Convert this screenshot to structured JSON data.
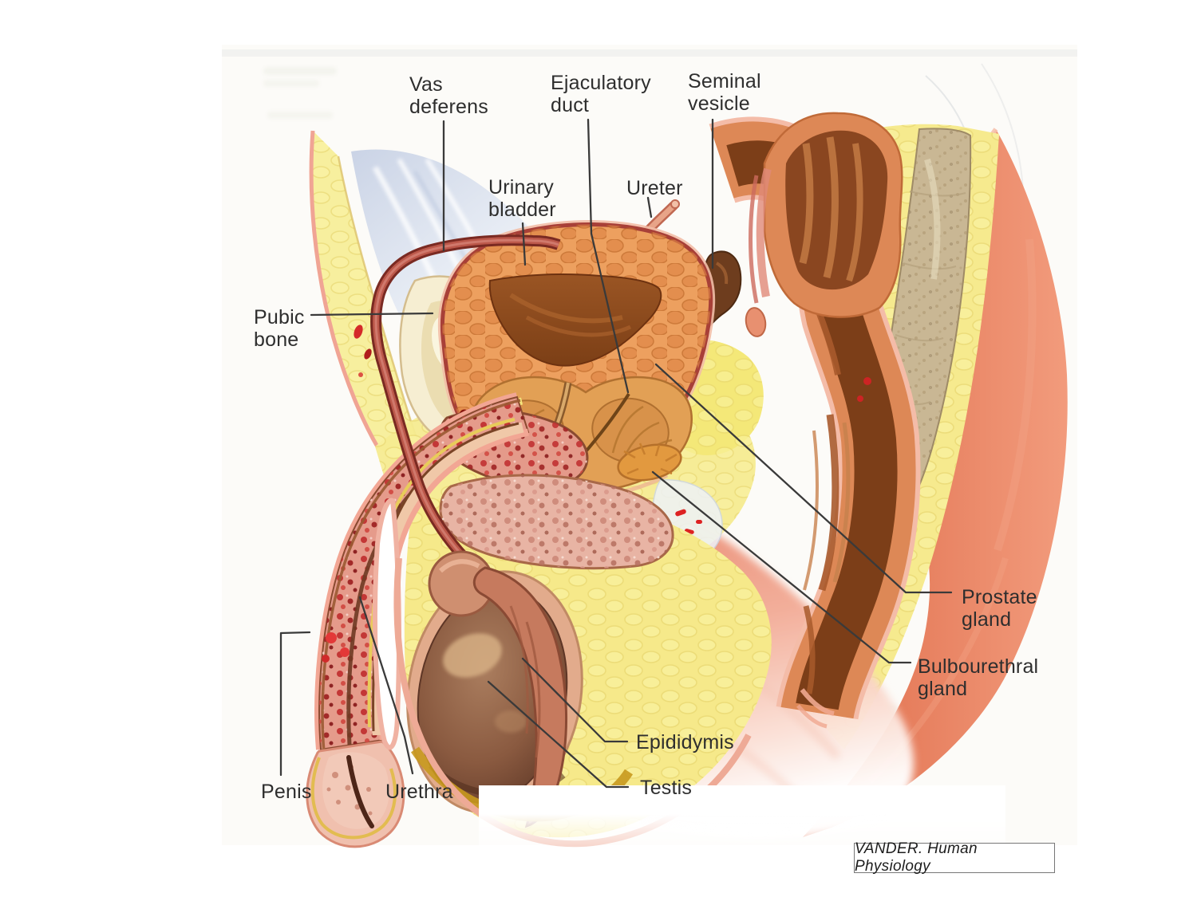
{
  "figure_labels": {
    "vas_deferens": {
      "lines": [
        "Vas",
        "deferens"
      ]
    },
    "ejaculatory_duct": {
      "lines": [
        "Ejaculatory",
        "duct"
      ]
    },
    "seminal_vesicle": {
      "lines": [
        "Seminal",
        "vesicle"
      ]
    },
    "urinary_bladder": {
      "lines": [
        "Urinary",
        "bladder"
      ]
    },
    "ureter": {
      "lines": [
        "Ureter"
      ]
    },
    "pubic_bone": {
      "lines": [
        "Pubic",
        "bone"
      ]
    },
    "prostate_gland": {
      "lines": [
        "Prostate",
        "gland"
      ]
    },
    "bulbourethral_gland": {
      "lines": [
        "Bulbourethral",
        "gland"
      ]
    },
    "epididymis": {
      "lines": [
        "Epididymis"
      ]
    },
    "testis": {
      "lines": [
        "Testis"
      ]
    },
    "penis": {
      "lines": [
        "Penis"
      ]
    },
    "urethra": {
      "lines": [
        "Urethra"
      ]
    }
  },
  "caption": {
    "text": "VANDER. Human Physiology"
  },
  "colors": {
    "label_text": "#2e2e2e",
    "leader_line": "#3a3a3a",
    "fat": "#f6ea8e",
    "bladder_wall": "#eda05f",
    "bladder_interior": "#7c3f16",
    "prostate": "#e2a055",
    "seminal_vesicle": "#6e3d1e",
    "rectum_wall": "#dd8856",
    "rectum_interior": "#7c3e18",
    "muscle_salmon": "#e2704c",
    "bone_cream": "#f6eed2",
    "sacrum": "#c9b794",
    "spongy_red": "#c13232",
    "skin_pink": "#f2a694",
    "testis_brown": "#8a5a40",
    "caption_border": "#777777"
  }
}
